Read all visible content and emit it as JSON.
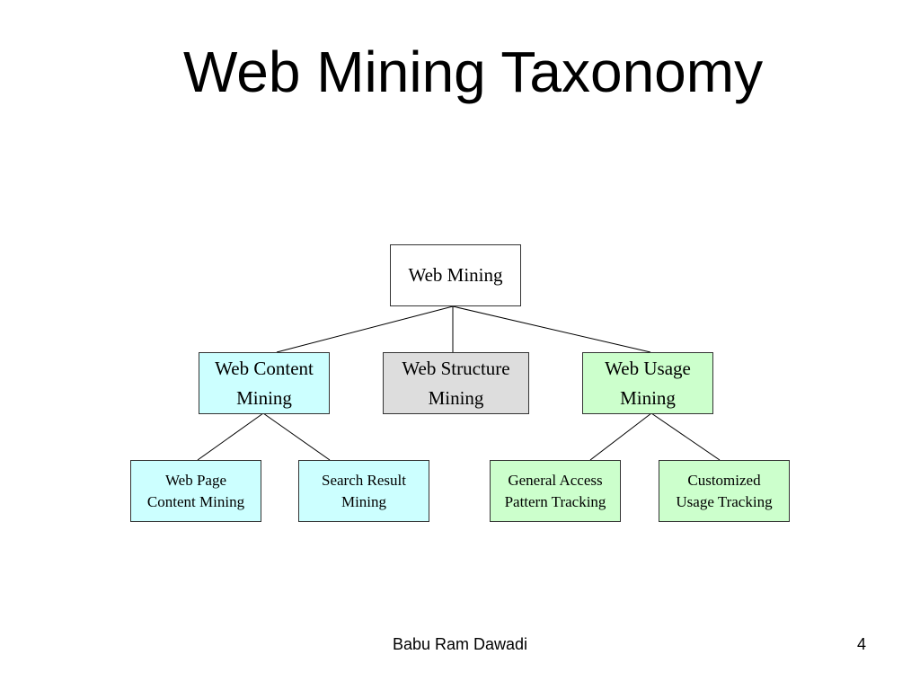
{
  "slide": {
    "title": "Web Mining Taxonomy",
    "footer_author": "Babu Ram Dawadi",
    "page_number": "4"
  },
  "diagram": {
    "root": {
      "label": "Web Mining",
      "fill": "#ffffff"
    },
    "categories": [
      {
        "label_lines": [
          "Web Content",
          "Mining"
        ],
        "fill": "#ccffff",
        "children": [
          {
            "label_lines": [
              "Web Page",
              "Content Mining"
            ],
            "fill": "#ccffff"
          },
          {
            "label_lines": [
              "Search Result",
              "Mining"
            ],
            "fill": "#ccffff"
          }
        ]
      },
      {
        "label_lines": [
          "Web Structure",
          "Mining"
        ],
        "fill": "#dddddd",
        "children": []
      },
      {
        "label_lines": [
          "Web Usage",
          "Mining"
        ],
        "fill": "#ccffcc",
        "children": [
          {
            "label_lines": [
              "General Access",
              "Pattern Tracking"
            ],
            "fill": "#ccffcc"
          },
          {
            "label_lines": [
              "Customized",
              "Usage Tracking"
            ],
            "fill": "#ccffcc"
          }
        ]
      }
    ],
    "line_color": "#000000"
  }
}
